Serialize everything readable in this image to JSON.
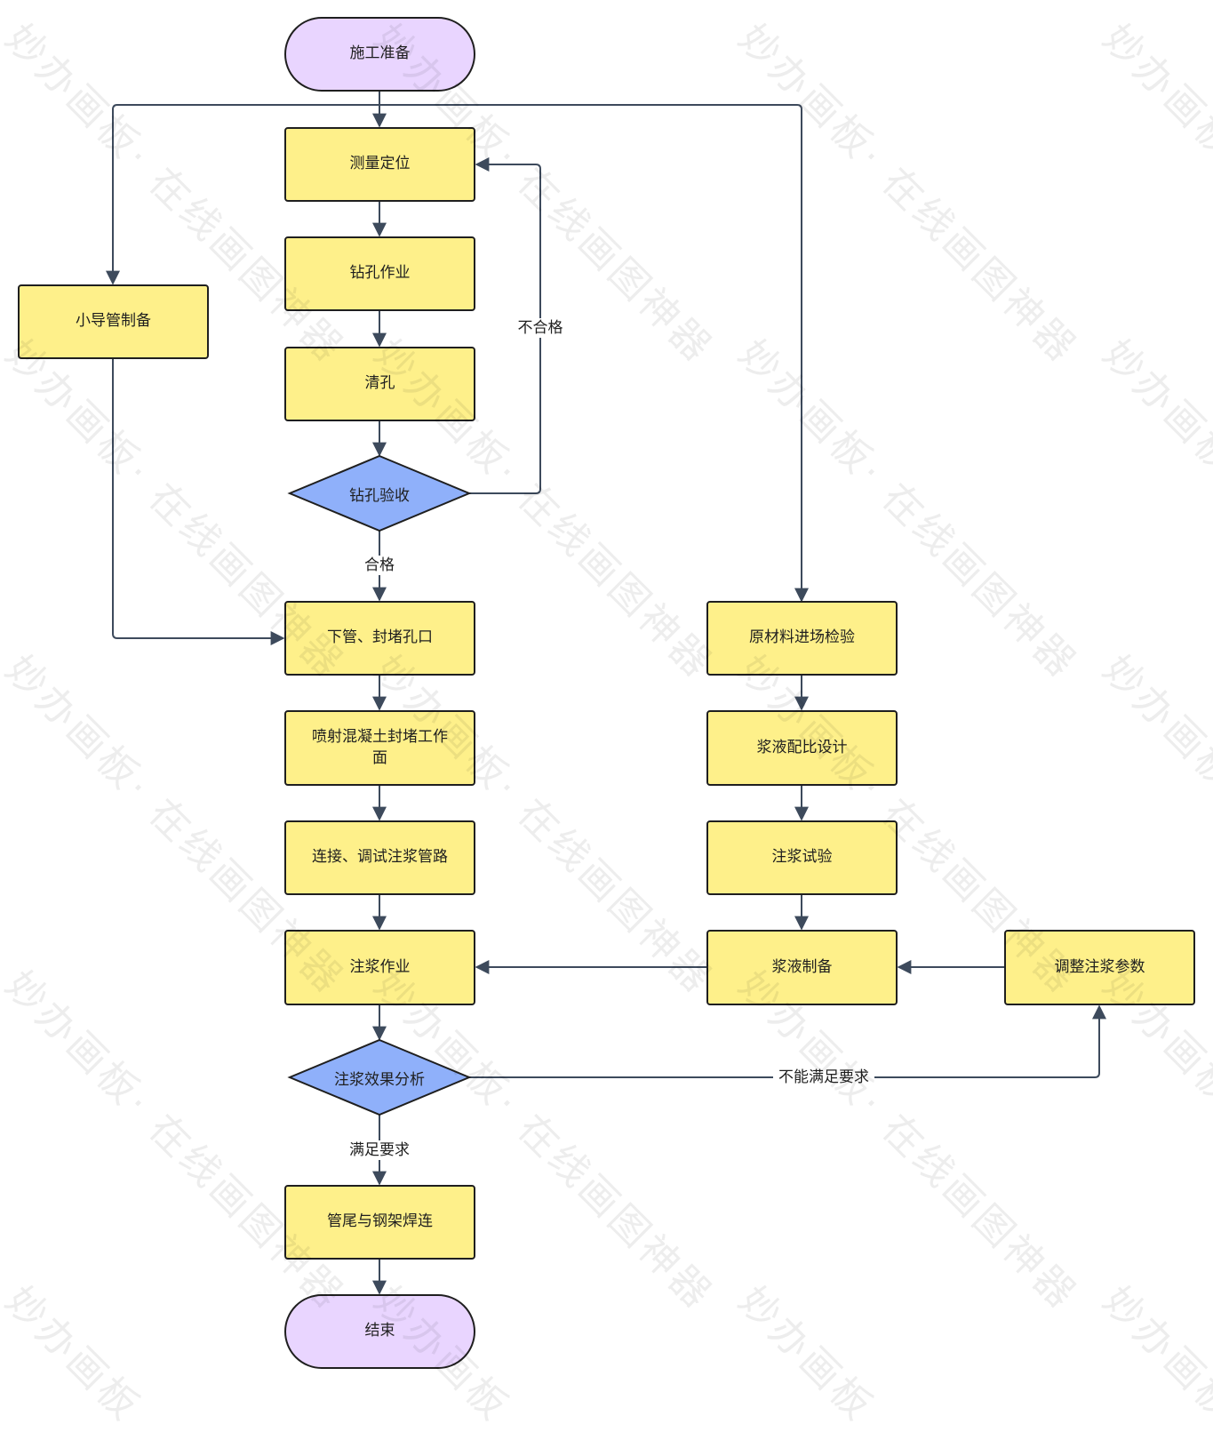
{
  "nodes": {
    "start": "施工准备",
    "measure": "测量定位",
    "drill": "钻孔作业",
    "clean": "清孔",
    "drill_check": "钻孔验收",
    "small_pipe": "小导管制备",
    "insert_pipe": "下管、封堵孔口",
    "spray": "喷射混凝土封堵工作面",
    "connect": "连接、调试注浆管路",
    "grouting": "注浆作业",
    "effect": "注浆效果分析",
    "weld": "管尾与钢架焊连",
    "end": "结束",
    "raw_material": "原材料进场检验",
    "mix_design": "浆液配比设计",
    "grout_test": "注浆试验",
    "slurry_prep": "浆液制备",
    "adjust": "调整注浆参数"
  },
  "edge_labels": {
    "fail": "不合格",
    "pass": "合格",
    "satisfy": "满足要求",
    "not_satisfy": "不能满足要求"
  },
  "watermark": {
    "brand": "妙办画板",
    "slogan": "· 在线画图神器"
  },
  "colors": {
    "process_fill": "#fef08a",
    "terminal_fill": "#e9d5ff",
    "decision_fill": "#8fb0fa",
    "stroke": "#1f1f1f",
    "connector": "#3d4a5c"
  }
}
